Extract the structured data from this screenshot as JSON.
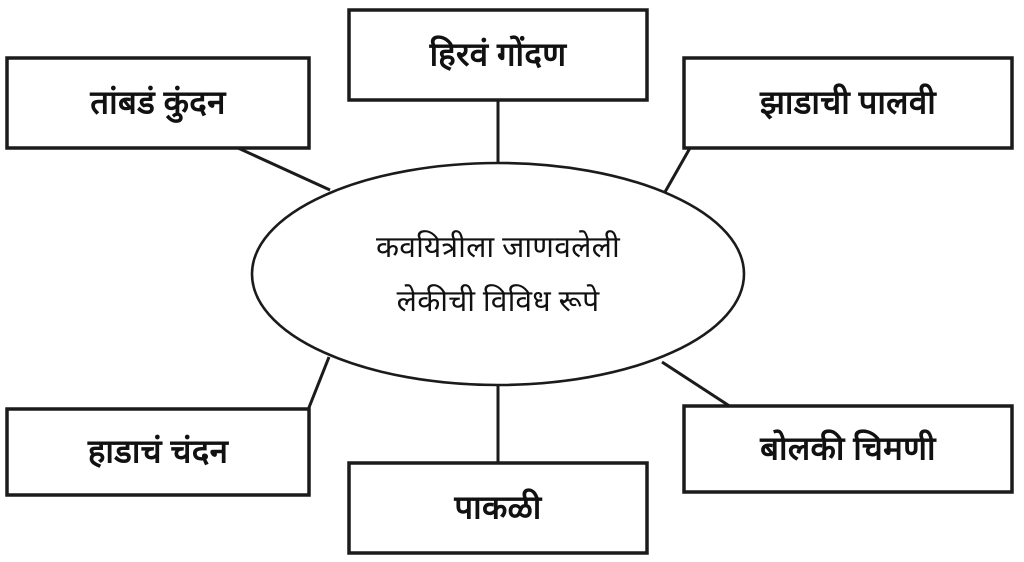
{
  "diagram": {
    "type": "mind-map",
    "language": "Marathi",
    "center": {
      "shape": "ellipse",
      "line1": "कवयित्रीला जाणवलेली",
      "line2": "लेकीची विविध रूपे",
      "text": "कवयित्रीला जाणवलेली लेकीची विविध रूपे"
    },
    "stroke_color": "#1b1b1b",
    "fill_color": "#ffffff",
    "text_color": "#111111",
    "nodes": [
      {
        "id": "top-left",
        "label": "तांबडं  कुंदन",
        "position": "top-left"
      },
      {
        "id": "top-center",
        "label": "हिरवं गोंदण",
        "position": "top-center"
      },
      {
        "id": "top-right",
        "label": "झाडाची पालवी",
        "position": "top-right"
      },
      {
        "id": "bottom-left",
        "label": "हाडाचं चंदन",
        "position": "bottom-left"
      },
      {
        "id": "bottom-center",
        "label": "पाकळी",
        "position": "bottom-center"
      },
      {
        "id": "bottom-right",
        "label": "बोलकी चिमणी",
        "position": "bottom-right"
      }
    ]
  }
}
